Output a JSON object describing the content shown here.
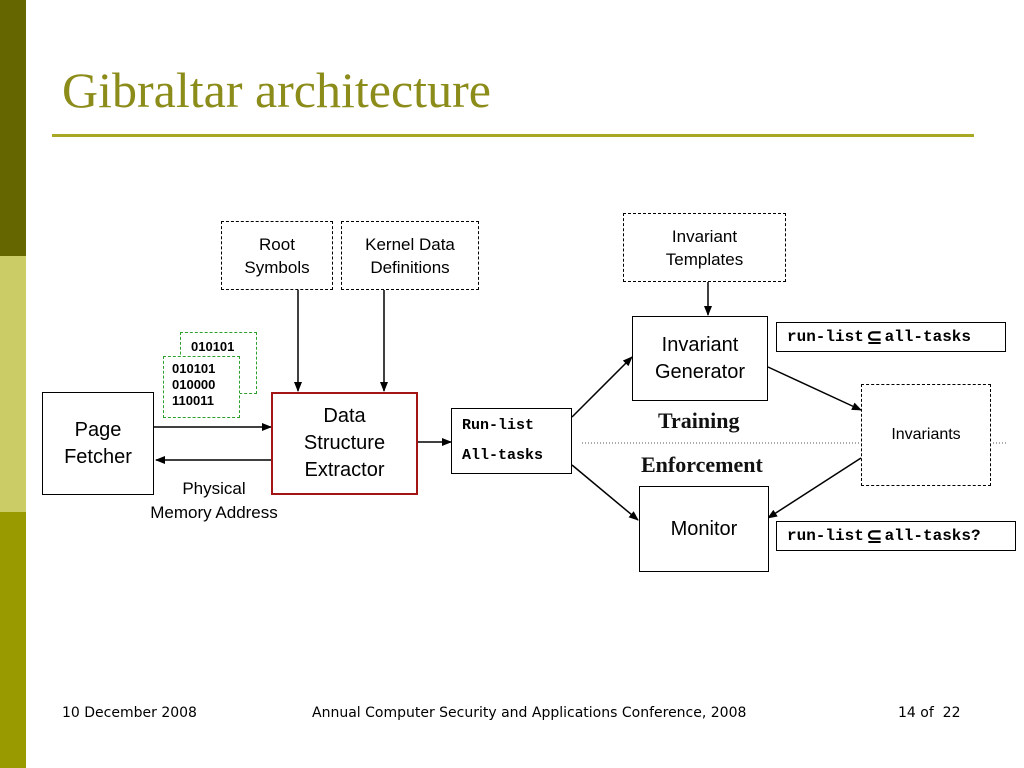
{
  "slide": {
    "title": "Gibraltar architecture",
    "colors": {
      "title": "#8c8c1a",
      "sidebar": [
        "#666600",
        "#cccc66",
        "#999900"
      ],
      "extractor_border": "#a31515",
      "binary_border": "#2ea02e"
    }
  },
  "diagram": {
    "root_symbols": "Root\nSymbols",
    "kernel_data_definitions": "Kernel Data\nDefinitions",
    "invariant_templates": "Invariant\nTemplates",
    "binary_back": "010101",
    "binary_front": "010101\n010000\n110011",
    "page_fetcher": "Page\nFetcher",
    "physical_memory_address": "Physical\nMemory Address",
    "data_structure_extractor": "Data\nStructure\nExtractor",
    "run_list": "Run-list",
    "all_tasks": "All-tasks",
    "invariant_generator": "Invariant\nGenerator",
    "monitor": "Monitor",
    "invariants": "Invariants",
    "training": "Training",
    "enforcement": "Enforcement",
    "formula_training": {
      "left": "run-list",
      "symbol": "⊆",
      "right": "all-tasks"
    },
    "formula_enforcement": {
      "left": "run-list",
      "symbol": "⊆",
      "right": "all-tasks?"
    }
  },
  "footer": {
    "date": "10 December 2008",
    "conference": "Annual Computer Security and Applications Conference, 2008",
    "page": "14 of  22"
  }
}
